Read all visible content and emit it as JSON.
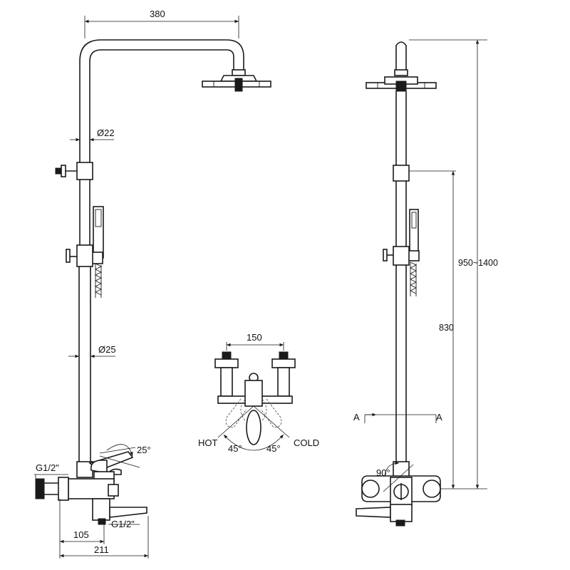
{
  "dimensions": {
    "arm_width": "380",
    "upper_pipe_dia": "Ø22",
    "lower_pipe_dia": "Ø25",
    "inlet_spacing": "150",
    "height_range": "950~1400",
    "mixer_to_slider": "830",
    "inlet_thread_top": "G1/2\"",
    "inlet_thread_bottom": "G1/2\"",
    "spout_reach": "105",
    "overall_depth": "211",
    "lever_angle": "25°",
    "lever_rotation": "90°",
    "hot_angle": "45°",
    "cold_angle": "45°"
  },
  "labels": {
    "hot": "HOT",
    "cold": "COLD",
    "section_left": "A",
    "section_right": "A"
  }
}
